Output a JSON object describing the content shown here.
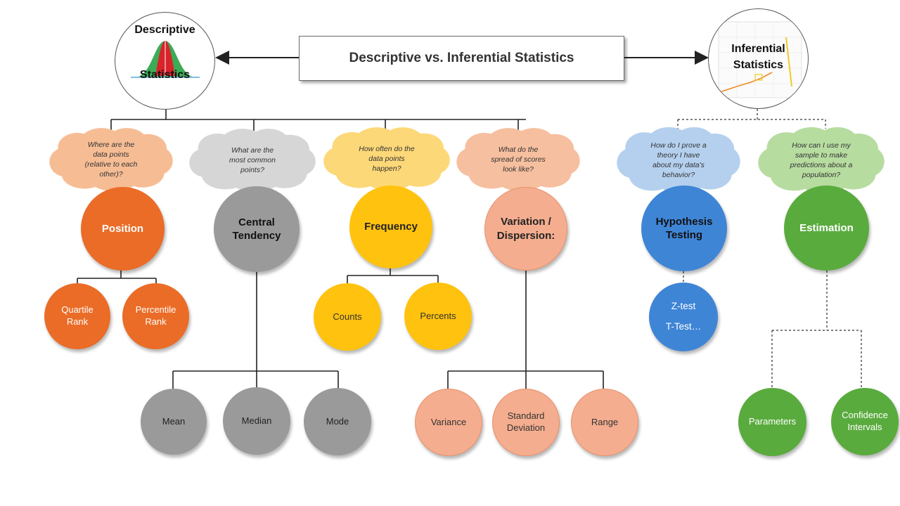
{
  "title": "Descriptive vs. Inferential Statistics",
  "descriptive_root": {
    "line1": "Descriptive",
    "line2": "Statistics"
  },
  "inferential_root": {
    "line1": "Inferential",
    "line2": "Statistics"
  },
  "colors": {
    "orange": "#ea6c27",
    "gray": "#9a9a9a",
    "yellow": "#ffc20e",
    "salmon": "#f4ad8f",
    "blue": "#3f85d6",
    "green": "#5aab3e",
    "cloud_orange": "#f6bd95",
    "cloud_gray": "#d6d6d6",
    "cloud_yellow": "#fdd878",
    "cloud_salmon": "#f6bf9f",
    "cloud_blue": "#b4d0ee",
    "cloud_green": "#b7dca0"
  },
  "categories": [
    {
      "key": "position",
      "label": "Position",
      "question": "Where are the\ndata points\n(relative to each\nother)?",
      "children": [
        {
          "label": "Quartile\nRank"
        },
        {
          "label": "Percentile\nRank"
        }
      ]
    },
    {
      "key": "central",
      "label": "Central\nTendency",
      "question": "What are the\nmost common\npoints?",
      "children": [
        {
          "label": "Mean"
        },
        {
          "label": "Median"
        },
        {
          "label": "Mode"
        }
      ]
    },
    {
      "key": "frequency",
      "label": "Frequency",
      "question": "How often do the\ndata points\nhappen?",
      "children": [
        {
          "label": "Counts"
        },
        {
          "label": "Percents"
        }
      ]
    },
    {
      "key": "variation",
      "label": "Variation /\nDispersion:",
      "question": "What do the\nspread of scores\nlook like?",
      "children": [
        {
          "label": "Variance"
        },
        {
          "label": "Standard\nDeviation"
        },
        {
          "label": "Range"
        }
      ]
    },
    {
      "key": "hypothesis",
      "label": "Hypothesis\nTesting",
      "question": "How do I prove a\ntheory I have\nabout my data's\nbehavior?",
      "children": [
        {
          "label": "Z-test\n\nT-Test…"
        }
      ]
    },
    {
      "key": "estimation",
      "label": "Estimation",
      "question": "How can I use my\nsample to make\npredictions about a\npopulation?",
      "children": [
        {
          "label": "Parameters"
        },
        {
          "label": "Confidence\nIntervals"
        }
      ]
    }
  ]
}
